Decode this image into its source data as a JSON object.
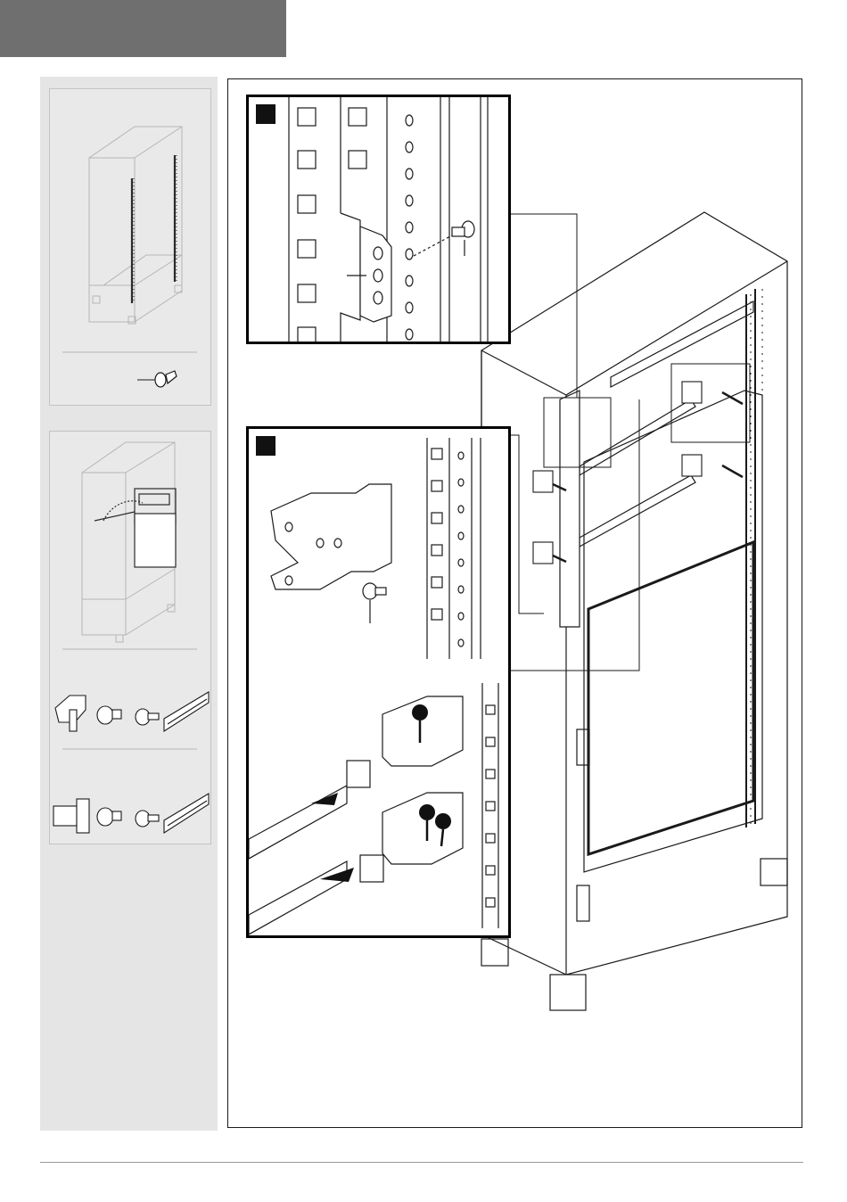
{
  "page": {
    "header_bar_color": "#6f6f6f",
    "sidebar_color": "#e5e5e5",
    "line_color": "#1a1a1a"
  },
  "sidebar": {
    "cards": [
      {
        "name": "cabinet-with-vertical-rails",
        "icons": [
          "cabinet-icon",
          "screw-icon"
        ]
      },
      {
        "name": "cabinet-with-mounting-plate",
        "icons": [
          "cabinet-icon",
          "bracket-icon",
          "bolt-icon",
          "screw-icon",
          "rail-icon"
        ]
      }
    ]
  },
  "main": {
    "insets": [
      {
        "name": "detail-rail-screw",
        "icon": "rail-hole-screw-icon"
      },
      {
        "name": "detail-bracket-rail-mounting",
        "icon": "bracket-mounting-icon"
      }
    ]
  }
}
